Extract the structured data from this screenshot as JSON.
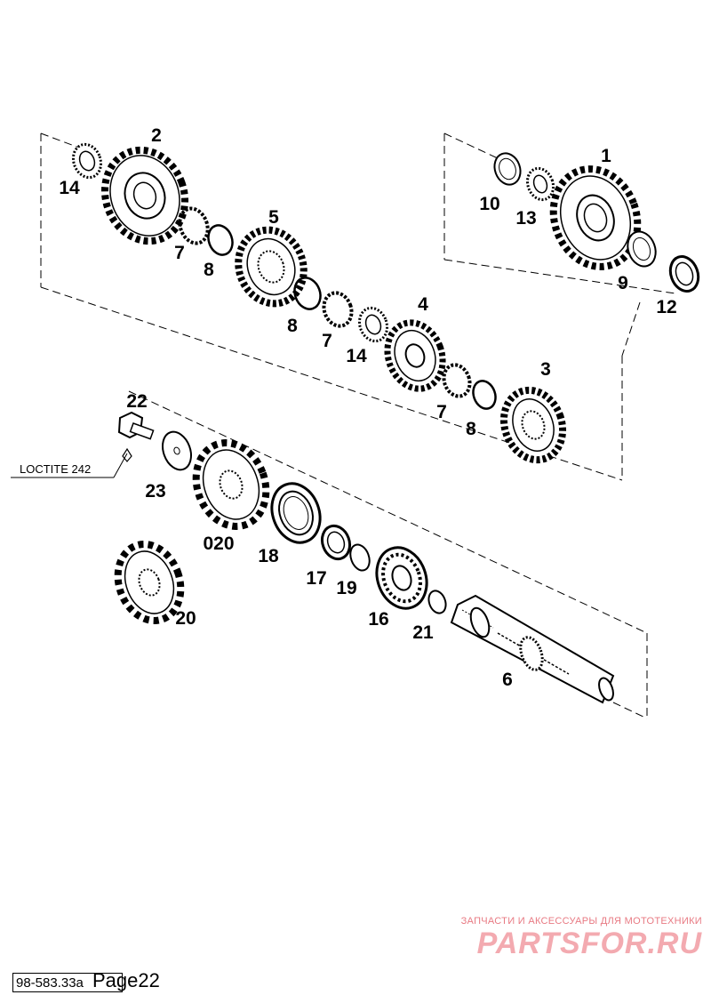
{
  "labels": {
    "p1": "1",
    "p2": "2",
    "p3": "3",
    "p4": "4",
    "p5": "5",
    "p6": "6",
    "p7a": "7",
    "p7b": "7",
    "p7c": "7",
    "p8a": "8",
    "p8b": "8",
    "p8c": "8",
    "p9": "9",
    "p10": "10",
    "p12": "12",
    "p13": "13",
    "p14a": "14",
    "p14b": "14",
    "p16": "16",
    "p17": "17",
    "p18": "18",
    "p19": "19",
    "p20": "20",
    "p21": "21",
    "p22": "22",
    "p23": "23",
    "p020": "020"
  },
  "note": "LOCTITE 242",
  "footer": {
    "code": "98-583.33a",
    "page": "Page22"
  },
  "watermark": {
    "tagline": "ЗАПЧАСТИ И АКСЕССУАРЫ ДЛЯ МОТОТЕХНИКИ",
    "brand": "PARTSFOR.RU"
  }
}
